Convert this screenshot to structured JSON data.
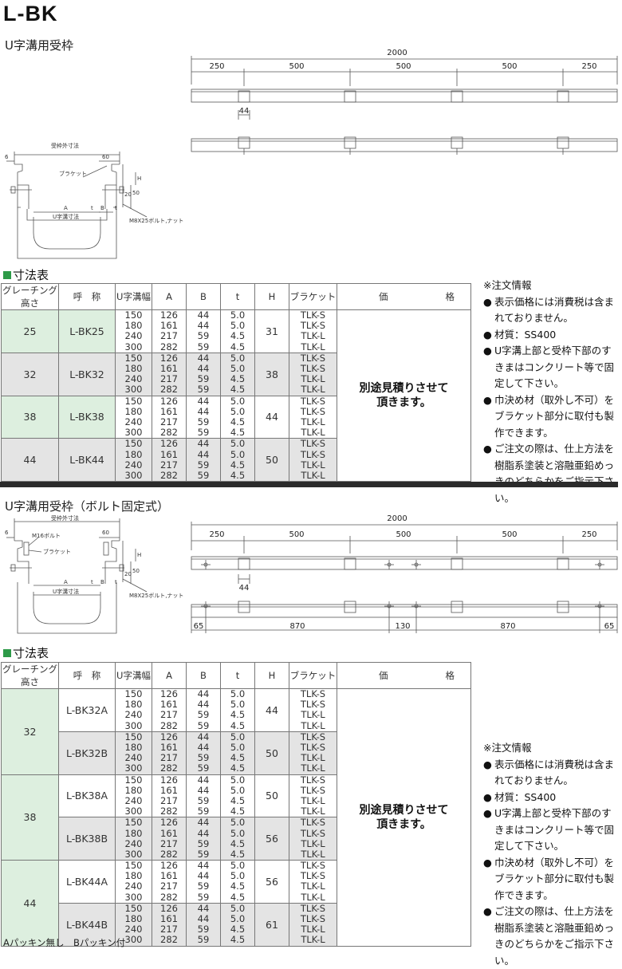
{
  "title": "L-BK",
  "sections": [
    {
      "subtitle": "U字溝用受枠",
      "table_heading": "寸法表",
      "headers": [
        "グレーチング高さ",
        "呼　称",
        "U字溝幅",
        "A",
        "B",
        "t",
        "H",
        "ブラケット",
        "価",
        "格"
      ],
      "groups": [
        {
          "grating_height": "25",
          "name": "L-BK25",
          "H": "31",
          "shade": "green",
          "rows": [
            [
              "150",
              "126",
              "44",
              "5.0",
              "TLK-S"
            ],
            [
              "180",
              "161",
              "44",
              "5.0",
              "TLK-S"
            ],
            [
              "240",
              "217",
              "59",
              "4.5",
              "TLK-L"
            ],
            [
              "300",
              "282",
              "59",
              "4.5",
              "TLK-L"
            ]
          ]
        },
        {
          "grating_height": "32",
          "name": "L-BK32",
          "H": "38",
          "shade": "grey",
          "rows": [
            [
              "150",
              "126",
              "44",
              "5.0",
              "TLK-S"
            ],
            [
              "180",
              "161",
              "44",
              "5.0",
              "TLK-S"
            ],
            [
              "240",
              "217",
              "59",
              "4.5",
              "TLK-L"
            ],
            [
              "300",
              "282",
              "59",
              "4.5",
              "TLK-L"
            ]
          ]
        },
        {
          "grating_height": "38",
          "name": "L-BK38",
          "H": "44",
          "shade": "green",
          "rows": [
            [
              "150",
              "126",
              "44",
              "5.0",
              "TLK-S"
            ],
            [
              "180",
              "161",
              "44",
              "5.0",
              "TLK-S"
            ],
            [
              "240",
              "217",
              "59",
              "4.5",
              "TLK-L"
            ],
            [
              "300",
              "282",
              "59",
              "4.5",
              "TLK-L"
            ]
          ]
        },
        {
          "grating_height": "44",
          "name": "L-BK44",
          "H": "50",
          "shade": "grey",
          "rows": [
            [
              "150",
              "126",
              "44",
              "5.0",
              "TLK-S"
            ],
            [
              "180",
              "161",
              "44",
              "5.0",
              "TLK-S"
            ],
            [
              "240",
              "217",
              "59",
              "4.5",
              "TLK-L"
            ],
            [
              "300",
              "282",
              "59",
              "4.5",
              "TLK-L"
            ]
          ]
        }
      ],
      "price_line1": "別途見積りさせて",
      "price_line2": "頂きます。"
    },
    {
      "subtitle": "U字溝用受枠（ボルト固定式）",
      "table_heading": "寸法表",
      "headers": [
        "グレーチング高さ",
        "呼　称",
        "U字溝幅",
        "A",
        "B",
        "t",
        "H",
        "ブラケット",
        "価",
        "格"
      ],
      "groups": [
        {
          "grating_height": "32",
          "subs": [
            {
              "name": "L-BK32A",
              "H": "44",
              "shade": "white",
              "rows": [
                [
                  "150",
                  "126",
                  "44",
                  "5.0",
                  "TLK-S"
                ],
                [
                  "180",
                  "161",
                  "44",
                  "5.0",
                  "TLK-S"
                ],
                [
                  "240",
                  "217",
                  "59",
                  "4.5",
                  "TLK-L"
                ],
                [
                  "300",
                  "282",
                  "59",
                  "4.5",
                  "TLK-L"
                ]
              ]
            },
            {
              "name": "L-BK32B",
              "H": "50",
              "shade": "grey",
              "rows": [
                [
                  "150",
                  "126",
                  "44",
                  "5.0",
                  "TLK-S"
                ],
                [
                  "180",
                  "161",
                  "44",
                  "5.0",
                  "TLK-S"
                ],
                [
                  "240",
                  "217",
                  "59",
                  "4.5",
                  "TLK-L"
                ],
                [
                  "300",
                  "282",
                  "59",
                  "4.5",
                  "TLK-L"
                ]
              ]
            }
          ]
        },
        {
          "grating_height": "38",
          "subs": [
            {
              "name": "L-BK38A",
              "H": "50",
              "shade": "white",
              "rows": [
                [
                  "150",
                  "126",
                  "44",
                  "5.0",
                  "TLK-S"
                ],
                [
                  "180",
                  "161",
                  "44",
                  "5.0",
                  "TLK-S"
                ],
                [
                  "240",
                  "217",
                  "59",
                  "4.5",
                  "TLK-L"
                ],
                [
                  "300",
                  "282",
                  "59",
                  "4.5",
                  "TLK-L"
                ]
              ]
            },
            {
              "name": "L-BK38B",
              "H": "56",
              "shade": "grey",
              "rows": [
                [
                  "150",
                  "126",
                  "44",
                  "5.0",
                  "TLK-S"
                ],
                [
                  "180",
                  "161",
                  "44",
                  "5.0",
                  "TLK-S"
                ],
                [
                  "240",
                  "217",
                  "59",
                  "4.5",
                  "TLK-L"
                ],
                [
                  "300",
                  "282",
                  "59",
                  "4.5",
                  "TLK-L"
                ]
              ]
            }
          ]
        },
        {
          "grating_height": "44",
          "subs": [
            {
              "name": "L-BK44A",
              "H": "56",
              "shade": "white",
              "rows": [
                [
                  "150",
                  "126",
                  "44",
                  "5.0",
                  "TLK-S"
                ],
                [
                  "180",
                  "161",
                  "44",
                  "5.0",
                  "TLK-S"
                ],
                [
                  "240",
                  "217",
                  "59",
                  "4.5",
                  "TLK-L"
                ],
                [
                  "300",
                  "282",
                  "59",
                  "4.5",
                  "TLK-L"
                ]
              ]
            },
            {
              "name": "L-BK44B",
              "H": "61",
              "shade": "grey",
              "rows": [
                [
                  "150",
                  "126",
                  "44",
                  "5.0",
                  "TLK-S"
                ],
                [
                  "180",
                  "161",
                  "44",
                  "5.0",
                  "TLK-S"
                ],
                [
                  "240",
                  "217",
                  "59",
                  "4.5",
                  "TLK-L"
                ],
                [
                  "300",
                  "282",
                  "59",
                  "4.5",
                  "TLK-L"
                ]
              ]
            }
          ]
        }
      ],
      "price_line1": "別途見積りさせて",
      "price_line2": "頂きます。",
      "footnote": "Aパッキン無し　Bパッキン付"
    }
  ],
  "notes": {
    "heading": "※注文情報",
    "bullets": [
      "表示価格には消費税は含まれておりません。",
      "材質：SS400",
      "U字溝上部と受枠下部のすきまはコンクリート等で固定して下さい。",
      "巾決め材（取外し不可）をブラケット部分に取付も製作できます。",
      "ご注文の際は、仕上方法を樹脂系塗装と溶融亜鉛めっきのどちらかをご指示下さい。"
    ]
  },
  "drawing": {
    "total": "2000",
    "seg_end": "250",
    "seg_mid": "500",
    "bracket_width": "44",
    "bolt_gap": "130",
    "bolt_edge": "65",
    "bolt_span": "870",
    "label_outer": "受枠外寸法",
    "label_bracket": "ブラケット",
    "label_ditch": "U字溝寸法",
    "label_bolt": "M8X25ボルト,ナット",
    "label_m16": "M16ボルト",
    "dim_6": "6",
    "dim_60": "60",
    "dim_A": "A",
    "dim_t": "t",
    "dim_B": "B",
    "dim_H": "H",
    "dim_20": "20",
    "dim_50": "50"
  }
}
